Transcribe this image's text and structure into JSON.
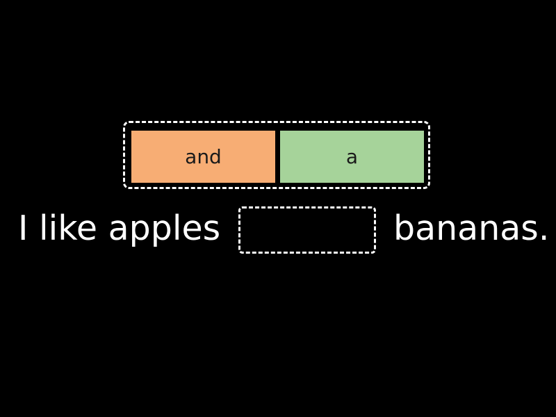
{
  "options": [
    {
      "label": "and",
      "color": "#f7ad74"
    },
    {
      "label": "a",
      "color": "#a6d39a"
    }
  ],
  "sentence": {
    "before": "I like apples",
    "blank": "",
    "after": "bananas."
  },
  "colors": {
    "background": "#000000",
    "text": "#ffffff",
    "tile_text": "#1a1a1a",
    "dashed_outline": "#ffffff"
  }
}
